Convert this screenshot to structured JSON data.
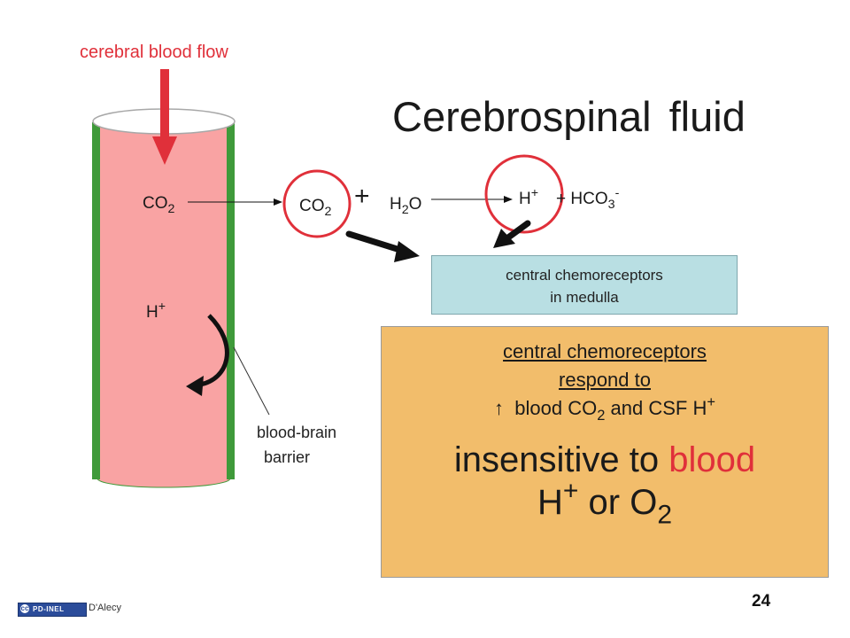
{
  "labels": {
    "cerebral_blood_flow": "cerebral blood flow",
    "title_word1": "Cerebrospinal",
    "title_word2": "fluid",
    "blood_brain": "blood-brain",
    "barrier": "barrier",
    "page_number": "24",
    "license_tag": "PD-INEL",
    "license_icon": "cc",
    "credit": "D'Alecy"
  },
  "chemistry": {
    "co": "CO",
    "co_sub": "2",
    "h": "H",
    "plus_sup": "+",
    "plus": "+",
    "h2o_h": "H",
    "h2o_sub": "2",
    "h2o_o": "O",
    "hco": "HCO",
    "hco_sub": "3",
    "minus_sup": "-"
  },
  "medulla_box": {
    "line1": "central chemoreceptors",
    "line2": "in medulla"
  },
  "main_box": {
    "line1": "central chemoreceptors",
    "line2": "respond to",
    "arrow_symbol": "↑",
    "line3_a": "blood CO",
    "line3_sub": "2",
    "line3_b": "and  CSF H",
    "line3_sup": "+",
    "line4_a": "insensitive to ",
    "line4_red": "blood",
    "line5_h": "H",
    "line5_sup": "+",
    "line5_mid": " or O",
    "line5_sub": "2"
  },
  "colors": {
    "vessel_fill": "#f9a3a3",
    "vessel_wall": "#3f9a3a",
    "accent_red": "#e0303a",
    "medulla_box": "#b9dfe3",
    "main_box": "#f2bd6b"
  },
  "icons": {
    "down_arrow": "red-down-arrow-icon",
    "curved_arrow": "curved-arrow-icon"
  }
}
